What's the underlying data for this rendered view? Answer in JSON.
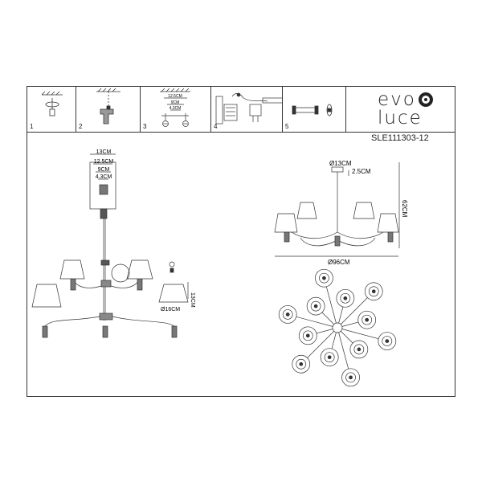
{
  "brand": {
    "line1": "evo",
    "line2": "luce"
  },
  "model": "SLE111303-12",
  "steps": [
    {
      "number": "1"
    },
    {
      "number": "2"
    },
    {
      "number": "3",
      "dims": [
        "12.5CM",
        "9CM",
        "4.3CM"
      ]
    },
    {
      "number": "4"
    },
    {
      "number": "5"
    }
  ],
  "side_view": {
    "canopy_dims": [
      "13CM",
      "12.5CM",
      "9CM",
      "4.3CM"
    ],
    "shade_diameter": "Ø16CM",
    "shade_height": "13CM"
  },
  "front_view": {
    "canopy_diameter": "Ø13CM",
    "canopy_height": "2.5CM",
    "total_height": "62CM",
    "total_diameter": "Ø96CM"
  },
  "top_view": {
    "arm_count": 12
  }
}
